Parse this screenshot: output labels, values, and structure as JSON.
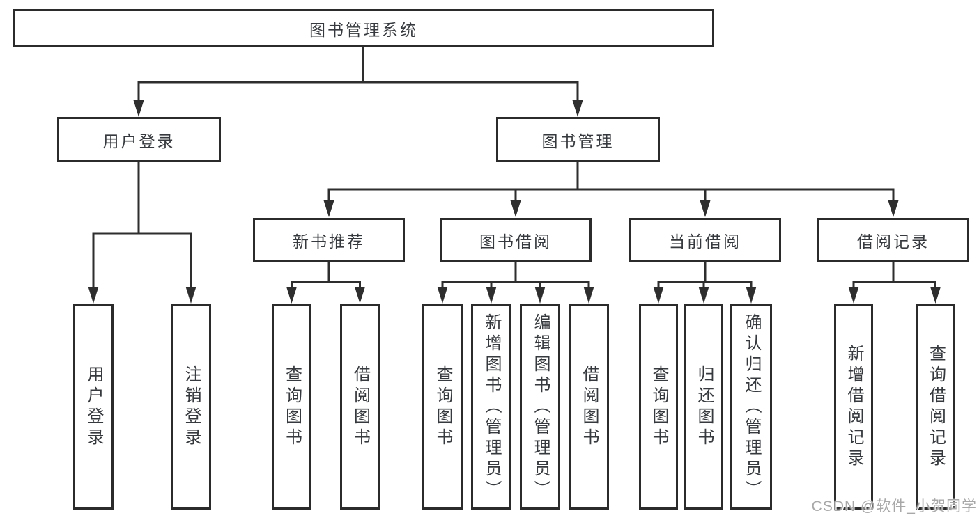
{
  "diagram": {
    "title": "图书管理系统",
    "nodes": {
      "root": "图书管理系统",
      "user_login": "用户登录",
      "book_mgmt": "图书管理",
      "new_book_rec": "新书推荐",
      "book_borrow": "图书借阅",
      "current_borrow": "当前借阅",
      "borrow_record": "借阅记录",
      "leaf_user_login": "用户登录",
      "leaf_logout": "注销登录",
      "leaf_query_book_1": "查询图书",
      "leaf_borrow_book_1": "借阅图书",
      "leaf_query_book_2": "查询图书",
      "leaf_add_book_admin": "新增图书（管理员）",
      "leaf_edit_book_admin": "编辑图书（管理员）",
      "leaf_borrow_book_2": "借阅图书",
      "leaf_query_book_3": "查询图书",
      "leaf_return_book": "归还图书",
      "leaf_confirm_return_admin": "确认归还（管理员）",
      "leaf_add_borrow_record": "新增借阅记录",
      "leaf_query_borrow_record": "查询借阅记录"
    },
    "colors": {
      "line": "#2e2e2e",
      "border": "#2b2b2b",
      "text": "#36393d",
      "background": "#ffffff"
    }
  },
  "watermark": {
    "text": "CSDN @软件_小贺同学",
    "color": "#a8a8a8"
  }
}
